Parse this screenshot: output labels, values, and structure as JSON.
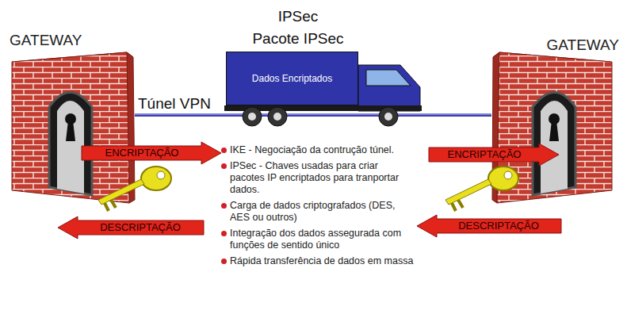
{
  "diagram": {
    "title": "IPSec",
    "nodes": [
      {
        "text": [
          "GATEWAY"
        ]
      },
      {
        "text": [
          "Dados Encriptados"
        ]
      },
      {
        "text": [
          "GATEWAY"
        ]
      },
      {
        "text": [
          "ENCRIPTAÇÃO"
        ]
      },
      {
        "text": [
          "ENCRIPTAÇÃO"
        ]
      },
      {
        "text": [
          "DESCRIPTAÇÃO"
        ]
      },
      {
        "text": [
          "DESCRIPTAÇÃO"
        ]
      }
    ],
    "edges": [
      {
        "from": 0,
        "to": 2,
        "arrow": "none",
        "label": "Túnel VPN"
      }
    ],
    "labels": [
      "Pacote IPSec",
      "IKE - Negociação da contrução túnel.",
      "IPSec - Chaves usadas para criar pacotes IP encriptados para tranportar dados.",
      "Carga de dados criptografados (DES, AES ou outros)",
      "Integração dos dados assegurada com funções de sentido único",
      "Rápida transferência de dados em massa"
    ]
  }
}
